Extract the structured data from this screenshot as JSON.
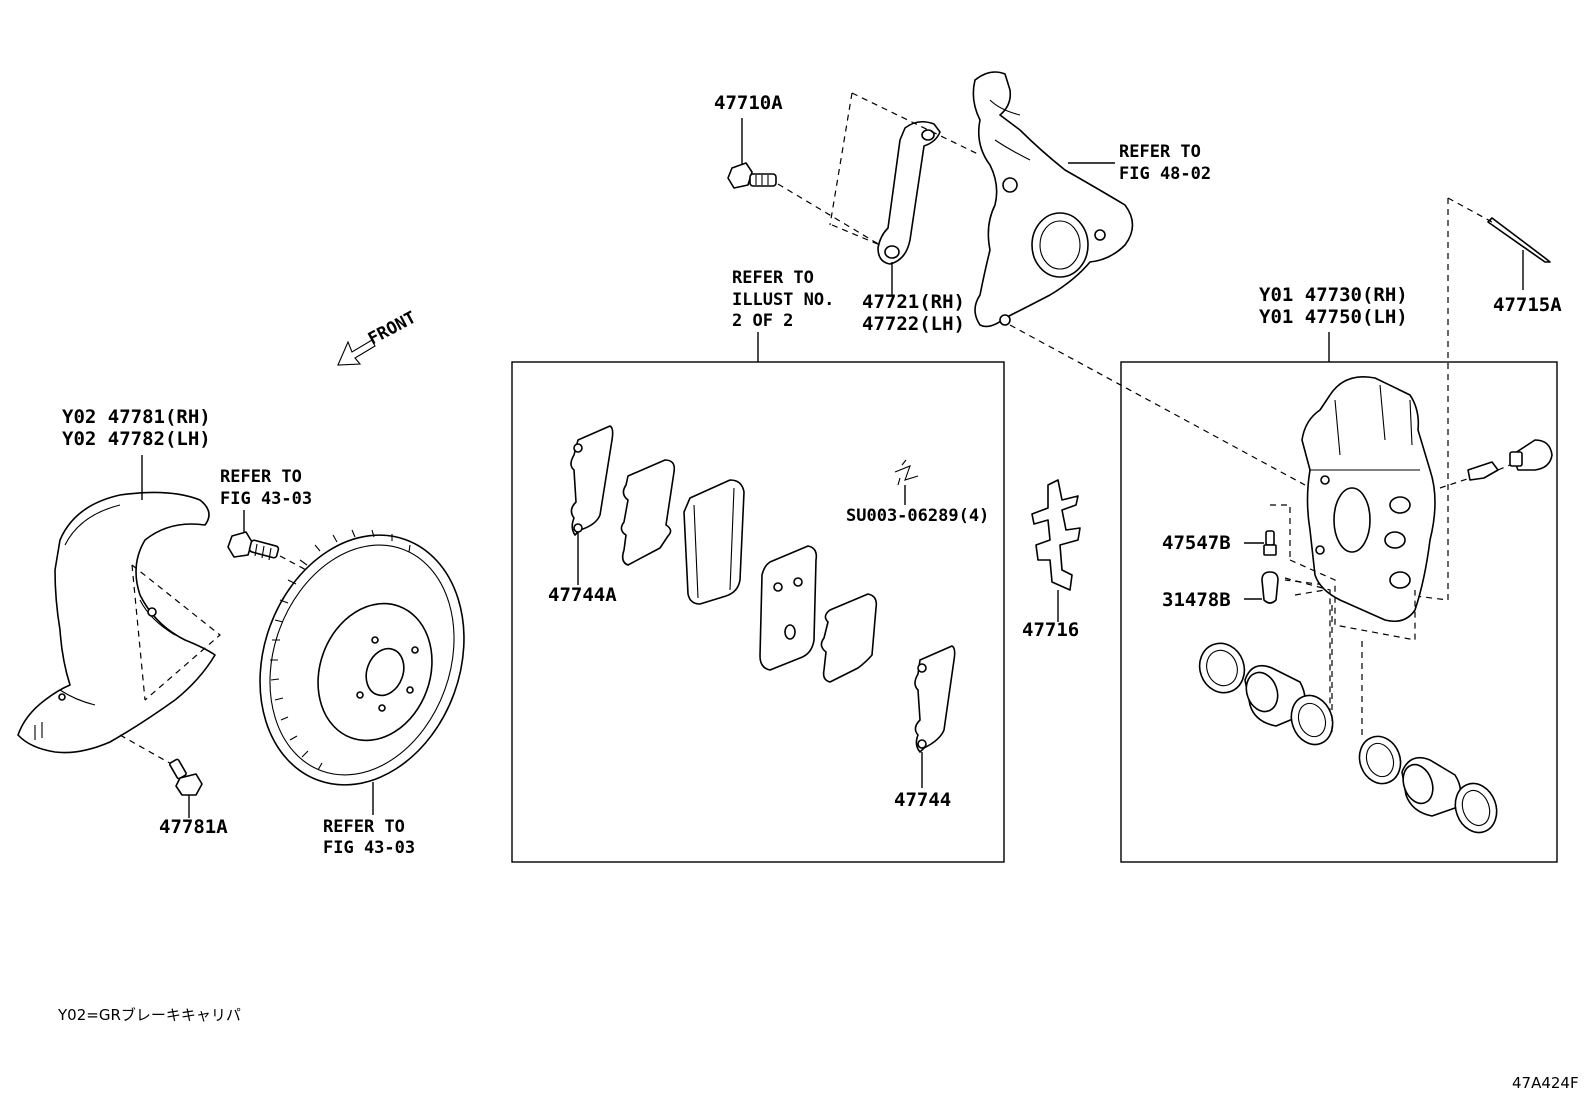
{
  "labels": {
    "p47710A": "47710A",
    "refer_48_1": "REFER TO",
    "refer_48_2": "FIG 48-02",
    "refer_illust_1": "REFER TO",
    "refer_illust_2": "ILLUST NO.",
    "refer_illust_3": "2 OF 2",
    "p47721": "47721(RH)",
    "p47722": "47722(LH)",
    "p47730": "Y01 47730(RH)",
    "p47750": "Y01 47750(LH)",
    "p47715A": "47715A",
    "front": "FRONT",
    "p47781": "Y02 47781(RH)",
    "p47782": "Y02 47782(LH)",
    "refer_43_a1": "REFER TO",
    "refer_43_a2": "FIG 43-03",
    "p47744A": "47744A",
    "su003": "SU003-06289(4)",
    "p47716": "47716",
    "p47547B": "47547B",
    "p31478B": "31478B",
    "p47744": "47744",
    "p47781A": "47781A",
    "refer_43_b1": "REFER TO",
    "refer_43_b2": "FIG 43-03",
    "note": "Y02=GRブレーキキャリパ",
    "code": "47A424F"
  }
}
